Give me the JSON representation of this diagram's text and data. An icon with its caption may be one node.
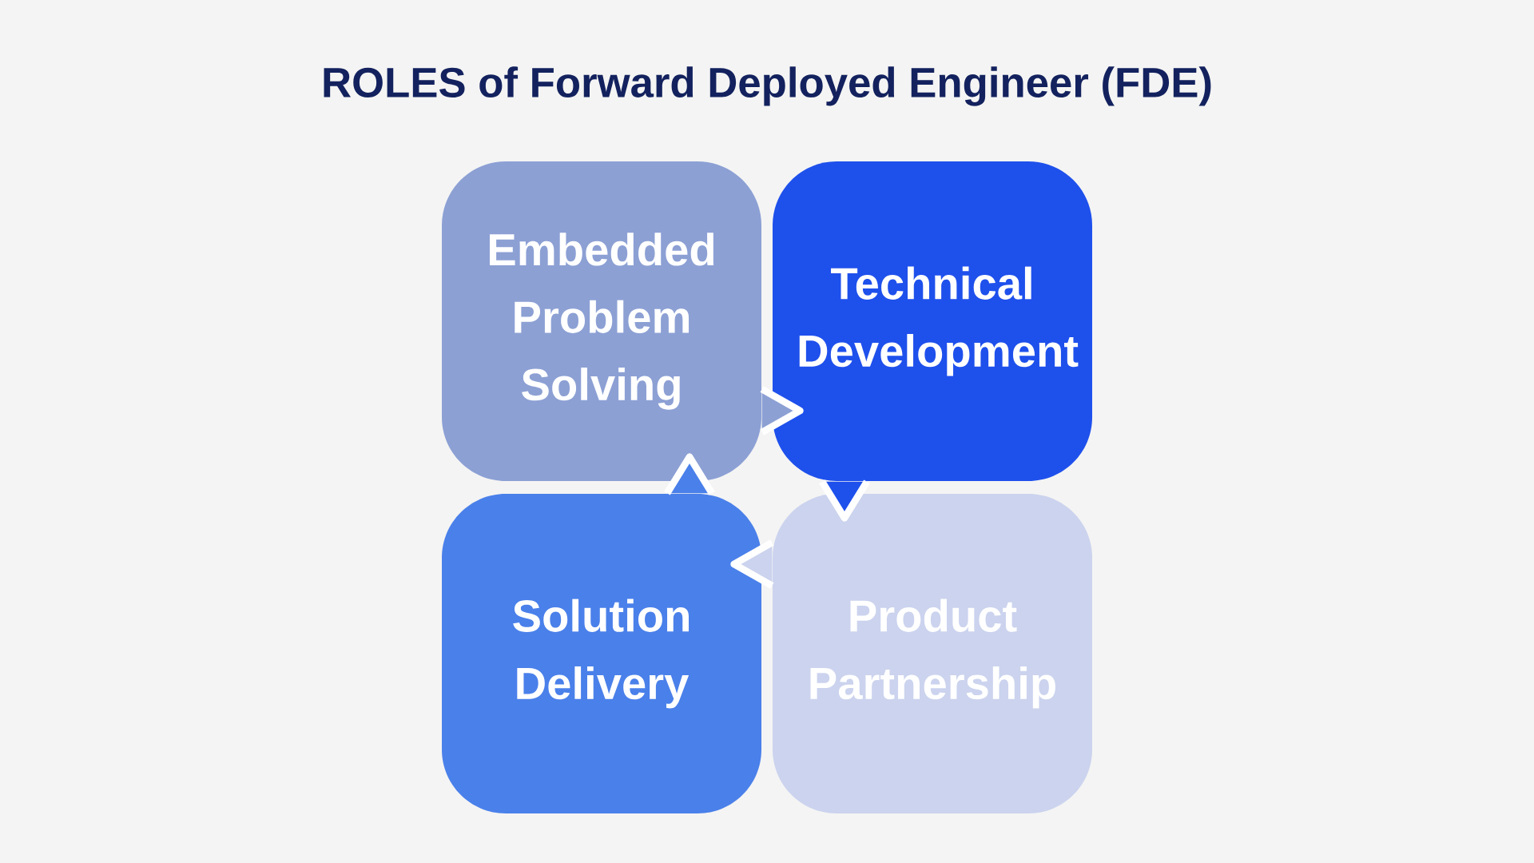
{
  "diagram": {
    "title": "ROLES of Forward Deployed Engineer (FDE)",
    "nodes": [
      {
        "text": [
          "Embedded Problem Solving"
        ]
      },
      {
        "text": [
          "Technical Development"
        ]
      },
      {
        "text": [
          "Solution Delivery"
        ]
      },
      {
        "text": [
          "Product Partnership"
        ]
      }
    ],
    "edges": [
      {
        "from": 0,
        "to": 1,
        "arrow": "to"
      },
      {
        "from": 1,
        "to": 3,
        "arrow": "to"
      },
      {
        "from": 3,
        "to": 2,
        "arrow": "to"
      },
      {
        "from": 2,
        "to": 0,
        "arrow": "to"
      }
    ]
  }
}
